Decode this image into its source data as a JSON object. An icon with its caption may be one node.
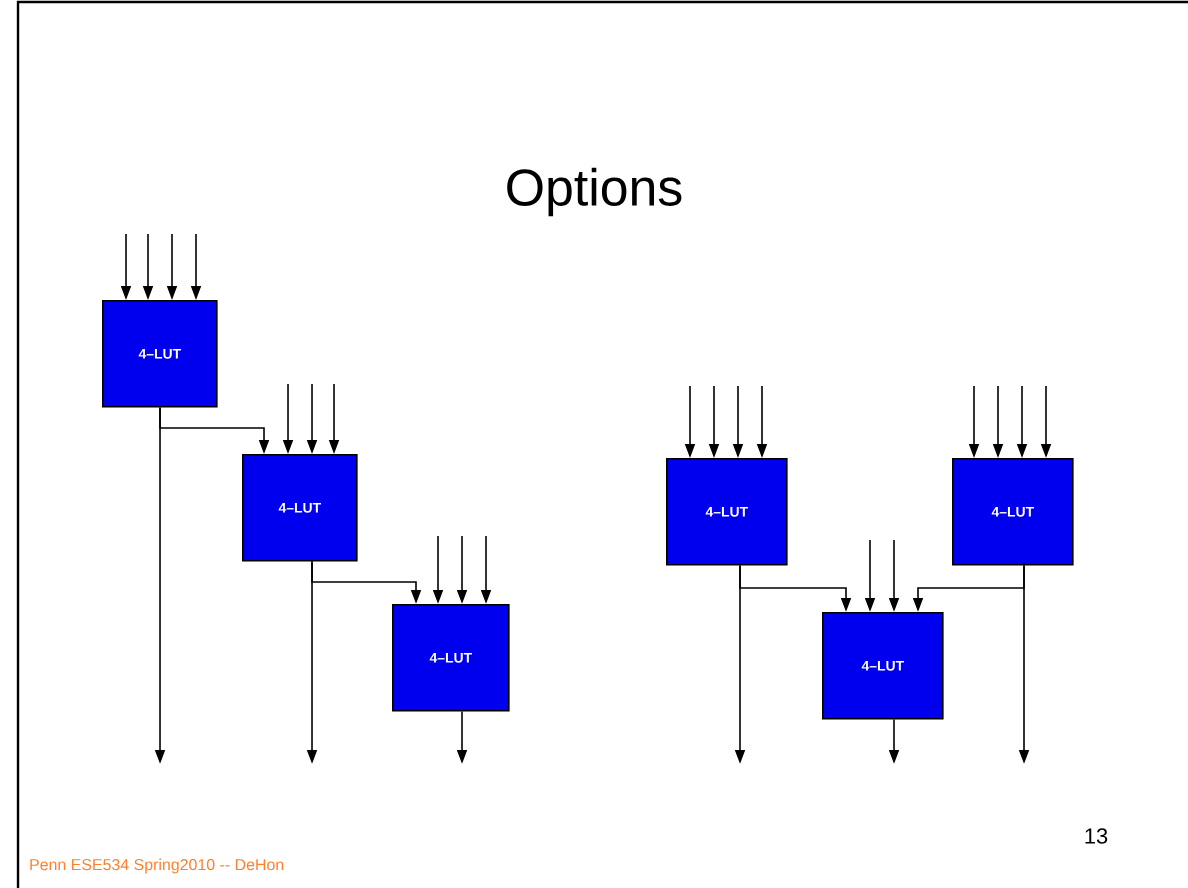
{
  "diagram": {
    "title": "Options",
    "nodes": [
      {
        "text": [
          "4–LUT"
        ]
      },
      {
        "text": [
          "4–LUT"
        ]
      },
      {
        "text": [
          "4–LUT"
        ]
      },
      {
        "text": [
          "4–LUT"
        ]
      },
      {
        "text": [
          "4–LUT"
        ]
      },
      {
        "text": [
          "4–LUT"
        ]
      }
    ],
    "edges": [
      {
        "from": null,
        "to": 0,
        "arrow": "to"
      },
      {
        "from": null,
        "to": 0,
        "arrow": "to"
      },
      {
        "from": null,
        "to": 0,
        "arrow": "to"
      },
      {
        "from": null,
        "to": 0,
        "arrow": "to"
      },
      {
        "from": 0,
        "to": 1,
        "arrow": "to"
      },
      {
        "from": null,
        "to": 1,
        "arrow": "to"
      },
      {
        "from": null,
        "to": 1,
        "arrow": "to"
      },
      {
        "from": null,
        "to": 1,
        "arrow": "to"
      },
      {
        "from": 1,
        "to": 2,
        "arrow": "to"
      },
      {
        "from": null,
        "to": 2,
        "arrow": "to"
      },
      {
        "from": null,
        "to": 2,
        "arrow": "to"
      },
      {
        "from": null,
        "to": 2,
        "arrow": "to"
      },
      {
        "from": 0,
        "to": null,
        "arrow": "to"
      },
      {
        "from": 1,
        "to": null,
        "arrow": "to"
      },
      {
        "from": 2,
        "to": null,
        "arrow": "to"
      },
      {
        "from": null,
        "to": 3,
        "arrow": "to"
      },
      {
        "from": null,
        "to": 3,
        "arrow": "to"
      },
      {
        "from": null,
        "to": 3,
        "arrow": "to"
      },
      {
        "from": null,
        "to": 3,
        "arrow": "to"
      },
      {
        "from": null,
        "to": 4,
        "arrow": "to"
      },
      {
        "from": null,
        "to": 4,
        "arrow": "to"
      },
      {
        "from": null,
        "to": 4,
        "arrow": "to"
      },
      {
        "from": null,
        "to": 4,
        "arrow": "to"
      },
      {
        "from": 3,
        "to": 5,
        "arrow": "to"
      },
      {
        "from": null,
        "to": 5,
        "arrow": "to"
      },
      {
        "from": null,
        "to": 5,
        "arrow": "to"
      },
      {
        "from": 4,
        "to": 5,
        "arrow": "to"
      },
      {
        "from": 3,
        "to": null,
        "arrow": "to"
      },
      {
        "from": 5,
        "to": null,
        "arrow": "to"
      },
      {
        "from": 4,
        "to": null,
        "arrow": "to"
      }
    ],
    "labels": [
      "13",
      "Penn ESE534 Spring2010 -- DeHon"
    ]
  }
}
